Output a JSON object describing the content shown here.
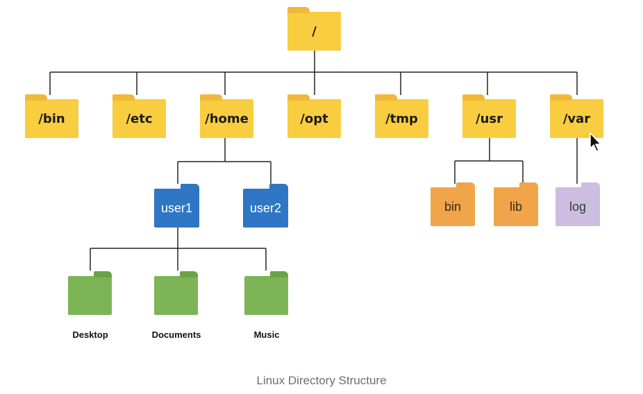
{
  "root": {
    "label": "/"
  },
  "level1": [
    {
      "id": "bin",
      "label": "/bin"
    },
    {
      "id": "etc",
      "label": "/etc"
    },
    {
      "id": "home",
      "label": "/home"
    },
    {
      "id": "opt",
      "label": "/opt"
    },
    {
      "id": "tmp",
      "label": "/tmp"
    },
    {
      "id": "usr",
      "label": "/usr"
    },
    {
      "id": "var",
      "label": "/var"
    }
  ],
  "home_children": [
    {
      "id": "user1",
      "label": "user1"
    },
    {
      "id": "user2",
      "label": "user2"
    }
  ],
  "user1_children": [
    {
      "id": "desktop",
      "label": "Desktop"
    },
    {
      "id": "documents",
      "label": "Documents"
    },
    {
      "id": "music",
      "label": "Music"
    }
  ],
  "usr_children": [
    {
      "id": "bin",
      "label": "bin"
    },
    {
      "id": "lib",
      "label": "lib"
    }
  ],
  "var_children": [
    {
      "id": "log",
      "label": "log"
    }
  ],
  "caption": "Linux Directory Structure",
  "colors": {
    "system_folder": "#f8cd3f",
    "user_folder": "#2f76c4",
    "usr_sub_folder": "#f0a54a",
    "var_sub_folder": "#cdbde0",
    "home_sub_folder": "#7cb456",
    "connector": "#222222"
  }
}
